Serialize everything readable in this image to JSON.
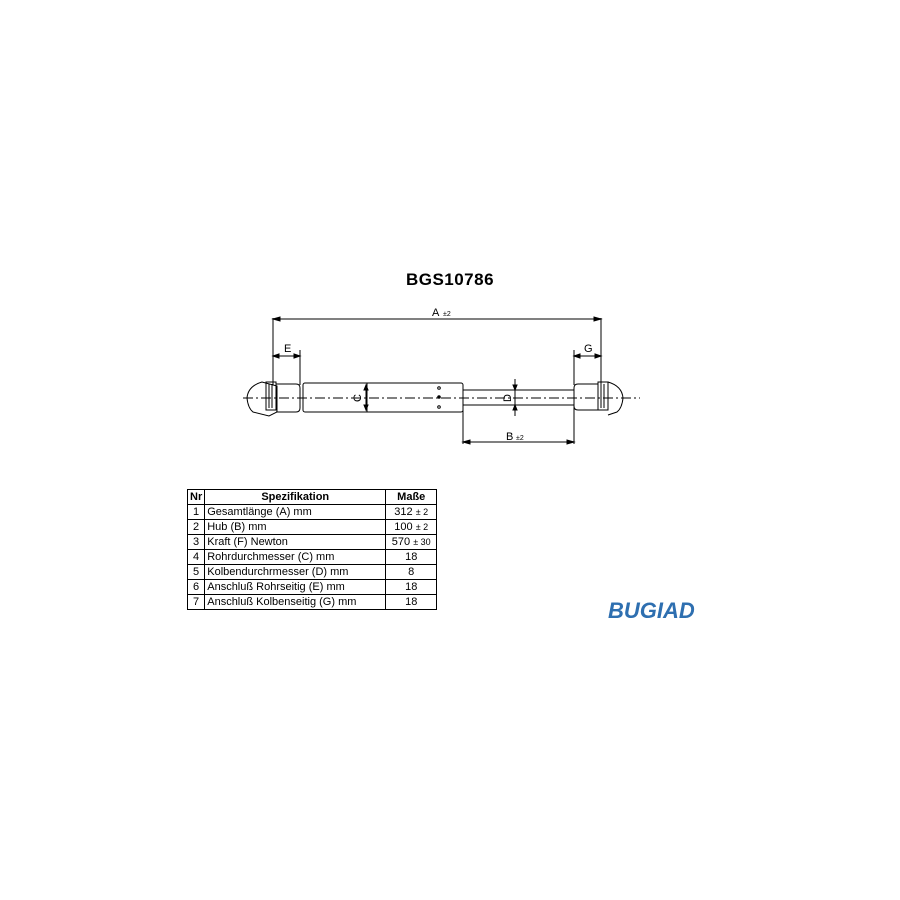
{
  "title": "BGS10786",
  "dimensions": {
    "A": "A",
    "A_tol": "±2",
    "B": "B",
    "B_tol": "±2",
    "C": "C",
    "D": "D",
    "E": "E",
    "G": "G"
  },
  "table": {
    "headers": {
      "nr": "Nr",
      "spec": "Spezifikation",
      "value": "Maße"
    },
    "rows": [
      {
        "nr": "1",
        "spec": "Gesamtlänge (A) mm",
        "value": "312",
        "tol": "± 2"
      },
      {
        "nr": "2",
        "spec": "Hub (B)  mm",
        "value": "100",
        "tol": "± 2"
      },
      {
        "nr": "3",
        "spec": "Kraft (F) Newton",
        "value": "570",
        "tol": "± 30"
      },
      {
        "nr": "4",
        "spec": "Rohrdurchmesser (C) mm",
        "value": "18",
        "tol": ""
      },
      {
        "nr": "5",
        "spec": "Kolbendurchrmesser (D) mm",
        "value": "8",
        "tol": ""
      },
      {
        "nr": "6",
        "spec": "Anschluß Rohrseitig (E) mm",
        "value": "18",
        "tol": ""
      },
      {
        "nr": "7",
        "spec": "Anschluß Kolbenseitig (G) mm",
        "value": "18",
        "tol": ""
      }
    ]
  },
  "logo": {
    "text": "BUGIAD",
    "color": "#2e6fb0"
  }
}
